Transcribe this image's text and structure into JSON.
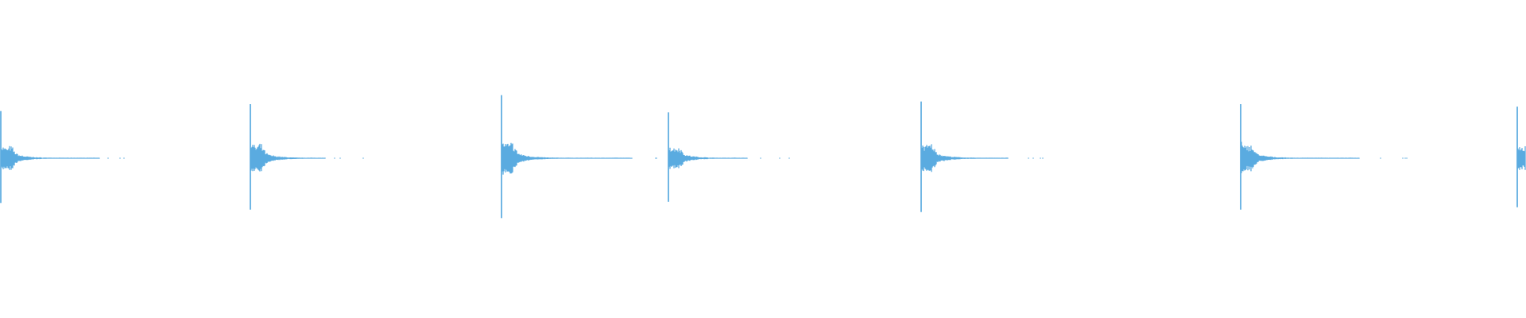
{
  "waveform": {
    "color": "#5aabe0",
    "background": "#ffffff",
    "peak_amplitudes": [
      0.74,
      0.85,
      0.99,
      0.72,
      0.89,
      0.85,
      0.81
    ]
  }
}
